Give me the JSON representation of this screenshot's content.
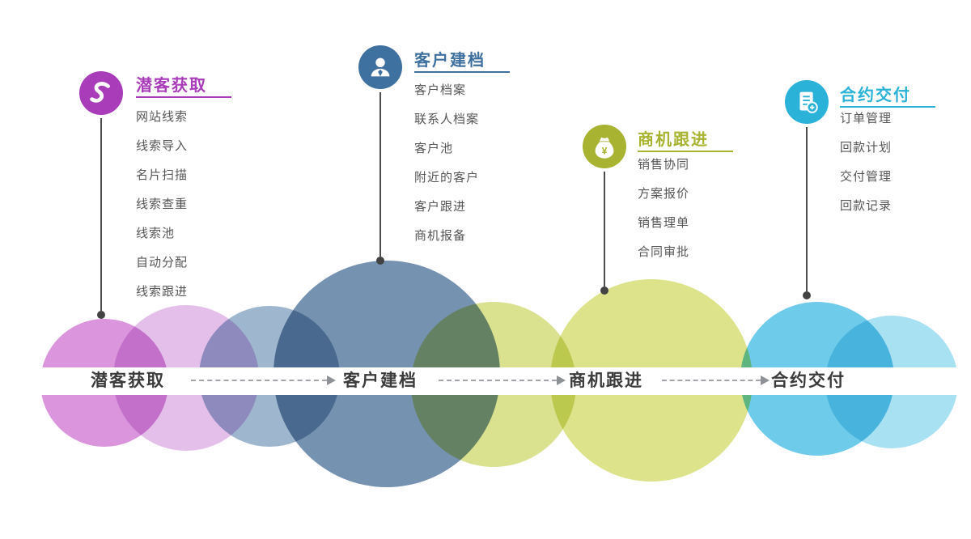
{
  "stages": [
    {
      "title": "潜客获取",
      "color": "#a83cb9",
      "icon": "leads-icon",
      "items": [
        "网站线索",
        "线索导入",
        "名片扫描",
        "线索查重",
        "线索池",
        "自动分配",
        "线索跟进"
      ]
    },
    {
      "title": "客户建档",
      "color": "#3e71a0",
      "icon": "customer-icon",
      "items": [
        "客户档案",
        "联系人档案",
        "客户池",
        "附近的客户",
        "客户跟进",
        "商机报备"
      ]
    },
    {
      "title": "商机跟进",
      "color": "#a8b331",
      "icon": "moneybag-icon",
      "items": [
        "销售协同",
        "方案报价",
        "销售理单",
        "合同审批"
      ]
    },
    {
      "title": "合约交付",
      "color": "#2ab2d8",
      "icon": "contract-icon",
      "items": [
        "订单管理",
        "回款计划",
        "交付管理",
        "回款记录"
      ]
    }
  ],
  "flow_band": {
    "labels": [
      "潜客获取",
      "客户建档",
      "商机跟进",
      "合约交付"
    ]
  }
}
